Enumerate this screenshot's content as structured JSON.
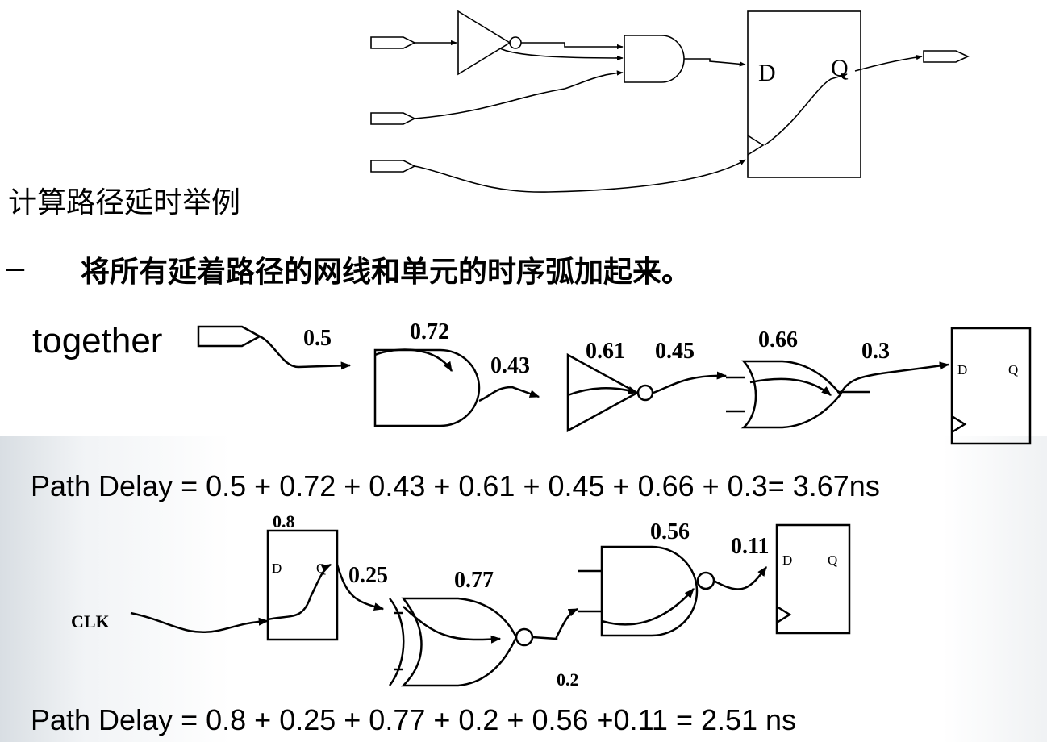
{
  "slide": {
    "heading": "计算路径延时举例",
    "bullet_dash": "–",
    "bullet_text": "将所有延着路径的网线和单元的时序弧加起来。",
    "together_label": "together",
    "formula_1": "Path  Delay = 0.5 + 0.72 + 0.43 + 0.61 + 0.45 + 0.66 + 0.3= 3.67ns",
    "formula_2": "Path  Delay = 0.8 + 0.25 + 0.77 + 0.2 + 0.56 +0.11 = 2.51 ns"
  },
  "top_circuit": {
    "pin_d": "D",
    "pin_q": "Q"
  },
  "path1": {
    "delays": [
      "0.5",
      "0.72",
      "0.43",
      "0.61",
      "0.45",
      "0.66",
      "0.3"
    ],
    "pin_d": "D",
    "pin_q": "Q"
  },
  "path2": {
    "clk_label": "CLK",
    "delays": [
      "0.8",
      "0.25",
      "0.77",
      "0.2",
      "0.56",
      "0.11"
    ],
    "ff1_d": "D",
    "ff1_q": "Q",
    "ff2_d": "D",
    "ff2_q": "Q"
  }
}
